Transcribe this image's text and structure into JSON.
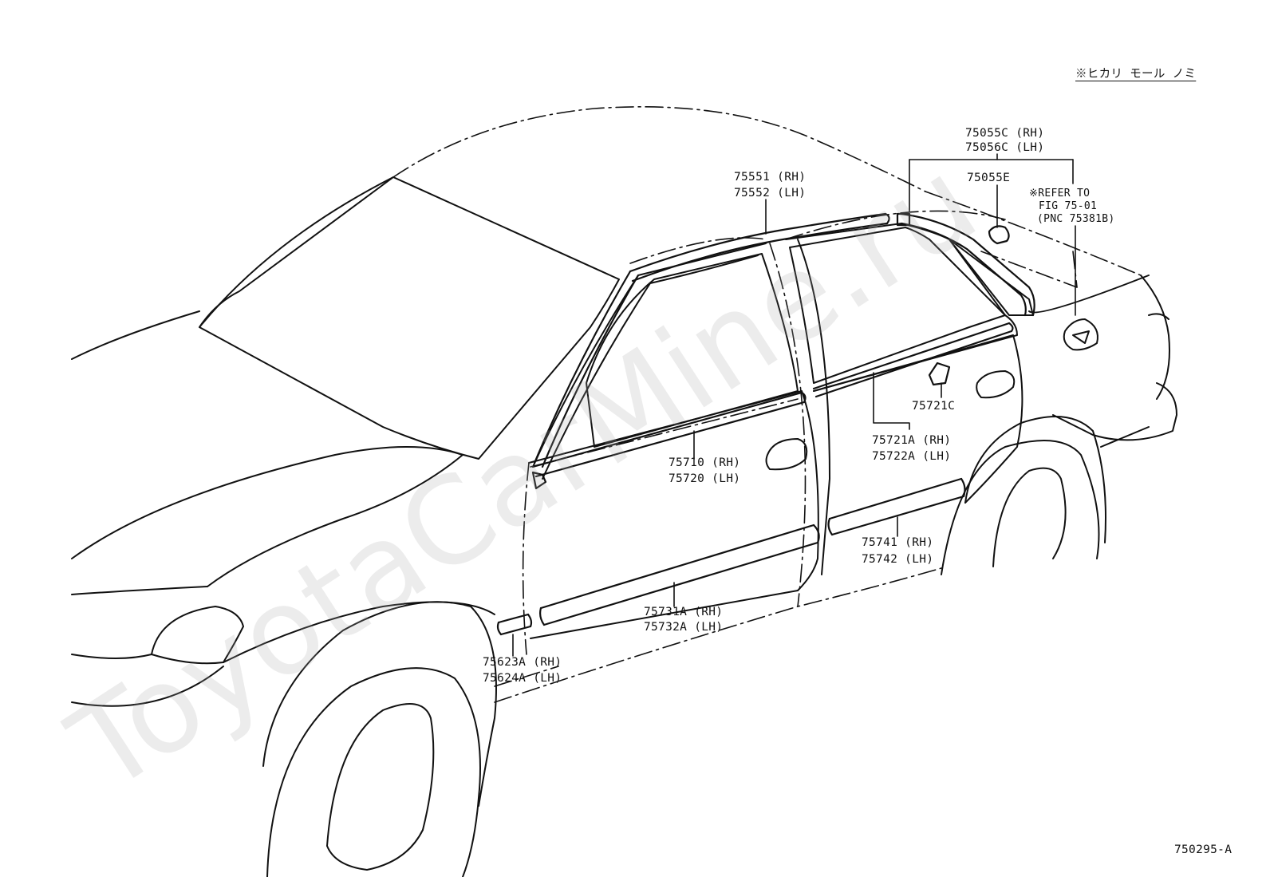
{
  "header_note": "※ヒカリ モール ノミ",
  "figure_id": "750295-A",
  "watermark": "ToyotaCarMine.ru",
  "callouts": {
    "c75055C": [
      "75055C (RH)",
      "75056C (LH)"
    ],
    "c75055E": [
      "75055E"
    ],
    "c_refer": [
      "※REFER TO",
      "FIG 75-01",
      "(PNC 75381B)"
    ],
    "c75551": [
      "75551 (RH)",
      "75552 (LH)"
    ],
    "c75721C": [
      "75721C"
    ],
    "c75721A": [
      "75721A (RH)",
      "75722A (LH)"
    ],
    "c75710": [
      "75710 (RH)",
      "75720 (LH)"
    ],
    "c75741": [
      "75741 (RH)",
      "75742 (LH)"
    ],
    "c75731A": [
      "75731A (RH)",
      "75732A (LH)"
    ],
    "c75623A": [
      "75623A (RH)",
      "75624A (LH)"
    ]
  }
}
